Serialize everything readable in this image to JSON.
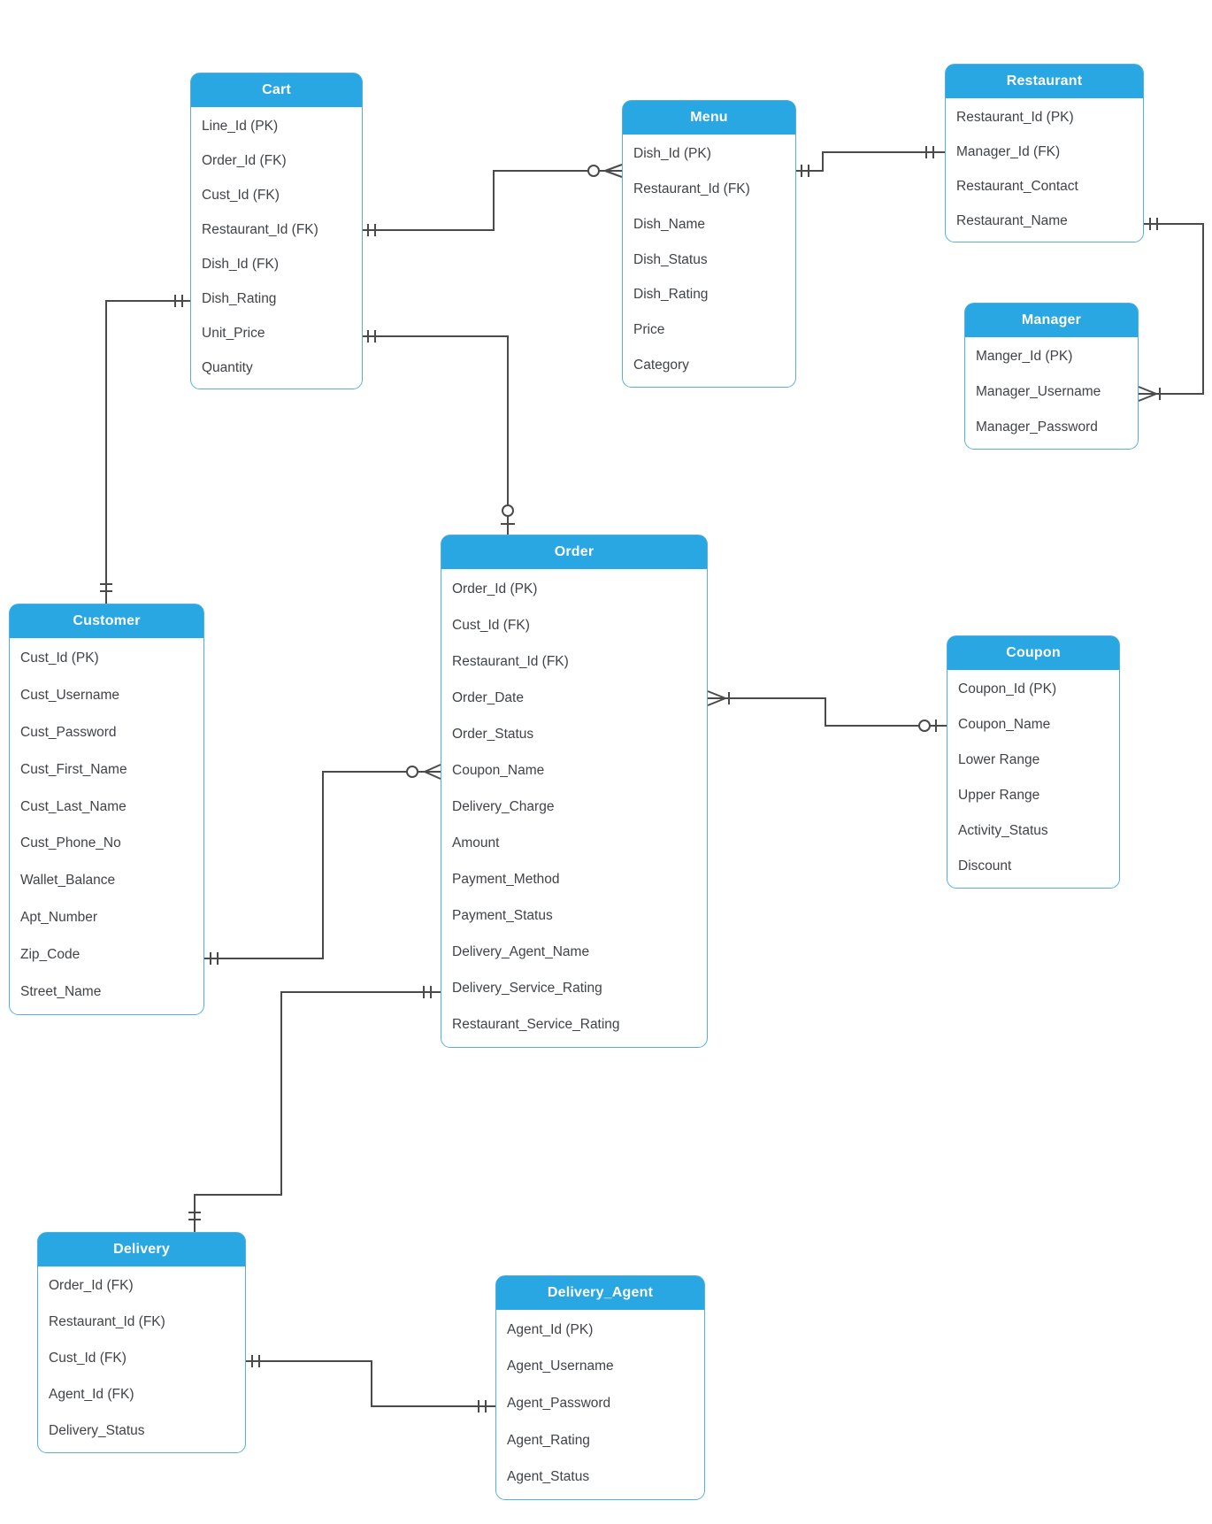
{
  "diagram": {
    "entities": {
      "cart": {
        "title": "Cart",
        "fields": [
          "Line_Id (PK)",
          "Order_Id (FK)",
          "Cust_Id (FK)",
          "Restaurant_Id (FK)",
          "Dish_Id (FK)",
          "Dish_Rating",
          "Unit_Price",
          "Quantity"
        ]
      },
      "menu": {
        "title": "Menu",
        "fields": [
          "Dish_Id (PK)",
          "Restaurant_Id (FK)",
          "Dish_Name",
          "Dish_Status",
          "Dish_Rating",
          "Price",
          "Category"
        ]
      },
      "restaurant": {
        "title": "Restaurant",
        "fields": [
          "Restaurant_Id (PK)",
          "Manager_Id (FK)",
          "Restaurant_Contact",
          "Restaurant_Name"
        ]
      },
      "manager": {
        "title": "Manager",
        "fields": [
          "Manger_Id (PK)",
          "Manager_Username",
          "Manager_Password"
        ]
      },
      "customer": {
        "title": "Customer",
        "fields": [
          "Cust_Id (PK)",
          "Cust_Username",
          "Cust_Password",
          "Cust_First_Name",
          "Cust_Last_Name",
          "Cust_Phone_No",
          "Wallet_Balance",
          "Apt_Number",
          "Zip_Code",
          "Street_Name"
        ]
      },
      "order": {
        "title": "Order",
        "fields": [
          "Order_Id (PK)",
          "Cust_Id (FK)",
          "Restaurant_Id (FK)",
          "Order_Date",
          "Order_Status",
          "Coupon_Name",
          "Delivery_Charge",
          "Amount",
          "Payment_Method",
          "Payment_Status",
          "Delivery_Agent_Name",
          "Delivery_Service_Rating",
          "Restaurant_Service_Rating"
        ]
      },
      "coupon": {
        "title": "Coupon",
        "fields": [
          "Coupon_Id (PK)",
          "Coupon_Name",
          "Lower Range",
          "Upper Range",
          "Activity_Status",
          "Discount"
        ]
      },
      "delivery": {
        "title": "Delivery",
        "fields": [
          "Order_Id (FK)",
          "Restaurant_Id (FK)",
          "Cust_Id (FK)",
          "Agent_Id (FK)",
          "Delivery_Status"
        ]
      },
      "delivery_agent": {
        "title": "Delivery_Agent",
        "fields": [
          "Agent_Id (PK)",
          "Agent_Username",
          "Agent_Password",
          "Agent_Rating",
          "Agent_Status"
        ]
      }
    },
    "relationships": [
      {
        "from": "Cart.Restaurant_Id",
        "to": "Menu.Dish_Id",
        "from_end": "one-and-only-one",
        "to_end": "zero-or-many"
      },
      {
        "from": "Menu.Dish_Id",
        "to": "Restaurant.Manager_Id",
        "from_end": "one-and-only-one",
        "to_end": "one-and-only-one"
      },
      {
        "from": "Restaurant.Restaurant_Name",
        "to": "Manager.Manager_Username",
        "from_end": "one-and-only-one",
        "to_end": "one-or-many"
      },
      {
        "from": "Cart.Dish_Rating",
        "to": "Customer",
        "from_end": "one-and-only-one",
        "to_end": "one-and-only-one"
      },
      {
        "from": "Cart.Unit_Price",
        "to": "Order",
        "from_end": "one-and-only-one",
        "to_end": "zero-or-one"
      },
      {
        "from": "Order.Coupon_Name",
        "to": "Customer.Zip_Code",
        "from_end": "zero-or-many",
        "to_end": "one-and-only-one"
      },
      {
        "from": "Order.Order_Date",
        "to": "Coupon.Coupon_Name",
        "from_end": "one-or-many",
        "to_end": "zero-or-one"
      },
      {
        "from": "Order.Delivery_Service_Rating",
        "to": "Delivery",
        "from_end": "one-and-only-one",
        "to_end": "one-and-only-one"
      },
      {
        "from": "Delivery.Cust_Id",
        "to": "Delivery_Agent.Agent_Password",
        "from_end": "one-and-only-one",
        "to_end": "one-and-only-one"
      }
    ],
    "colors": {
      "header_fill": "#29a7e2",
      "box_border": "#55aede",
      "header_text": "#ffffff",
      "field_text": "#404347",
      "connector": "#4a4a4a"
    }
  }
}
